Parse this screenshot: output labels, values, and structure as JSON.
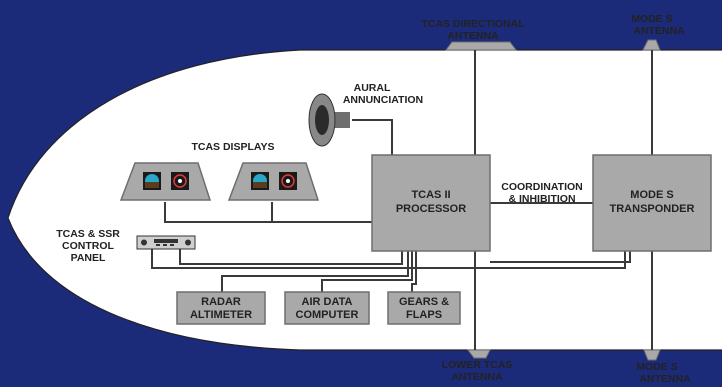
{
  "colors": {
    "background": "#1c2a7a",
    "fuselage": "#ffffff",
    "box_fill": "#a9a9a9",
    "box_stroke": "#6e6e6e",
    "wire": "#3a3a3a"
  },
  "labels": {
    "tcas_directional_antenna": [
      "TCAS DIRECTIONAL",
      "ANTENNA"
    ],
    "mode_s_antenna_top": [
      "MODE S",
      "ANTENNA"
    ],
    "aural_annunciation": [
      "AURAL",
      "ANNUNCIATION"
    ],
    "tcas_displays": "TCAS DISPLAYS",
    "coordination": [
      "COORDINATION",
      "& INHIBITION"
    ],
    "control_panel": [
      "TCAS & SSR",
      "CONTROL",
      "PANEL"
    ],
    "lower_tcas_antenna": [
      "LOWER TCAS",
      "ANTENNA"
    ],
    "mode_s_antenna_bottom": [
      "MODE S",
      "ANTENNA"
    ]
  },
  "boxes": {
    "tcas_processor": [
      "TCAS II",
      "PROCESSOR"
    ],
    "mode_s_transponder": [
      "MODE S",
      "TRANSPONDER"
    ],
    "radar_altimeter": [
      "RADAR",
      "ALTIMETER"
    ],
    "air_data_computer": [
      "AIR DATA",
      "COMPUTER"
    ],
    "gears_flaps": [
      "GEARS &",
      "FLAPS"
    ]
  },
  "icons": {
    "speaker": "speaker-icon",
    "display": "tcas-display-icon",
    "control_panel": "control-panel-icon"
  }
}
